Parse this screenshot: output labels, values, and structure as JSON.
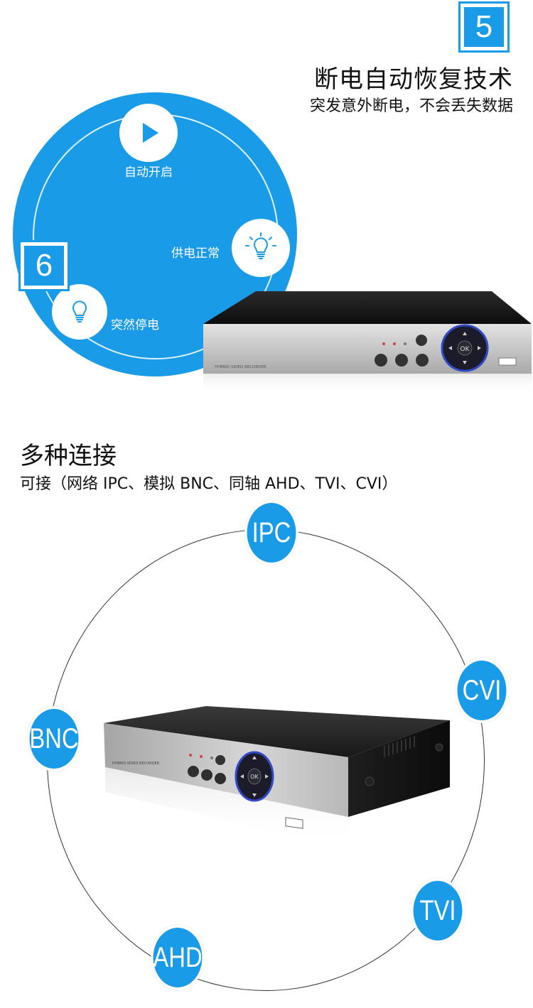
{
  "section5": {
    "number": "5",
    "title": "断电自动恢复技术",
    "subtitle": "突发意外断电，不会丢失数据",
    "steps": [
      {
        "label": "自动开启",
        "icon": "play-icon"
      },
      {
        "label": "供电正常",
        "icon": "lightbulb-glow-icon"
      },
      {
        "label": "突然停电",
        "icon": "lightbulb-icon"
      }
    ],
    "device_button": "OK",
    "colors": {
      "accent": "#1a9be8"
    }
  },
  "section6": {
    "number": "6",
    "title": "多种连接",
    "subtitle": "可接（网络 IPC、模拟 BNC、同轴 AHD、TVI、CVI）",
    "tags": [
      "IPC",
      "CVI",
      "BNC",
      "TVI",
      "AHD"
    ],
    "device_button": "OK"
  }
}
